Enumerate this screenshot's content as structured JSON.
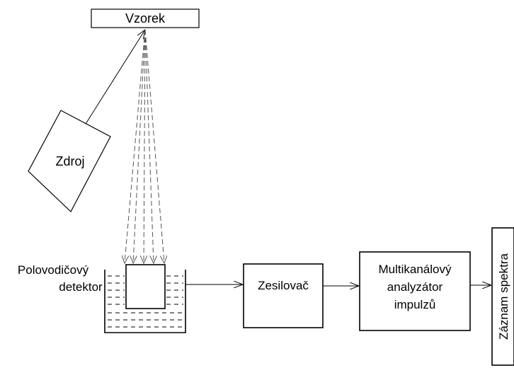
{
  "diagram": {
    "sample_label": "Vzorek",
    "source_label": "Zdroj",
    "detector_label_line1": "Polovodičový",
    "detector_label_line2": "detektor",
    "amplifier_label": "Zesilovač",
    "analyzer_label_line1": "Multikanálový",
    "analyzer_label_line2": "analyzátor",
    "analyzer_label_line3": "impulzů",
    "recording_label": "Záznam spektra"
  },
  "colors": {
    "stroke": "#000000",
    "dashed": "#555555",
    "background": "#ffffff"
  }
}
